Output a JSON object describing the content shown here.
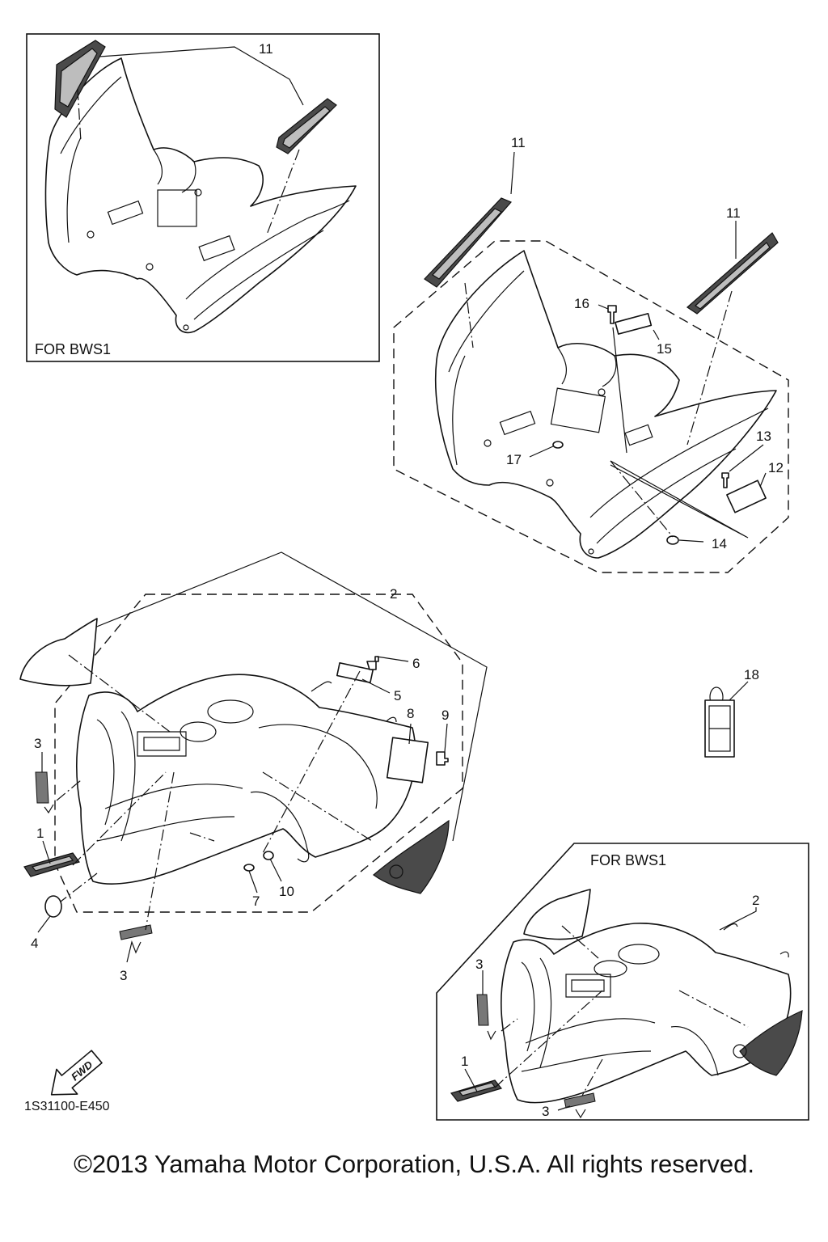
{
  "callouts": [
    {
      "id": "c11a",
      "text": "11"
    },
    {
      "id": "c11b",
      "text": "11"
    },
    {
      "id": "c11c",
      "text": "11"
    },
    {
      "id": "c16",
      "text": "16"
    },
    {
      "id": "c15",
      "text": "15"
    },
    {
      "id": "c13",
      "text": "13"
    },
    {
      "id": "c12",
      "text": "12"
    },
    {
      "id": "c17",
      "text": "17"
    },
    {
      "id": "c14",
      "text": "14"
    },
    {
      "id": "c2a",
      "text": "2"
    },
    {
      "id": "c6",
      "text": "6"
    },
    {
      "id": "c5",
      "text": "5"
    },
    {
      "id": "c8",
      "text": "8"
    },
    {
      "id": "c9",
      "text": "9"
    },
    {
      "id": "c3a",
      "text": "3"
    },
    {
      "id": "c1a",
      "text": "1"
    },
    {
      "id": "c4",
      "text": "4"
    },
    {
      "id": "c7",
      "text": "7"
    },
    {
      "id": "c10",
      "text": "10"
    },
    {
      "id": "c3b",
      "text": "3"
    },
    {
      "id": "c18",
      "text": "18"
    },
    {
      "id": "c2b",
      "text": "2"
    },
    {
      "id": "c3c",
      "text": "3"
    },
    {
      "id": "c1b",
      "text": "1"
    },
    {
      "id": "c3d",
      "text": "3"
    }
  ],
  "variant_labels": {
    "top_left": "FOR BWS1",
    "bottom_right": "FOR BWS1"
  },
  "direction_arrow": "FWD",
  "diagram_code": "1S31100-E450",
  "copyright": "©2013 Yamaha Motor Corporation, U.S.A. All rights reserved."
}
